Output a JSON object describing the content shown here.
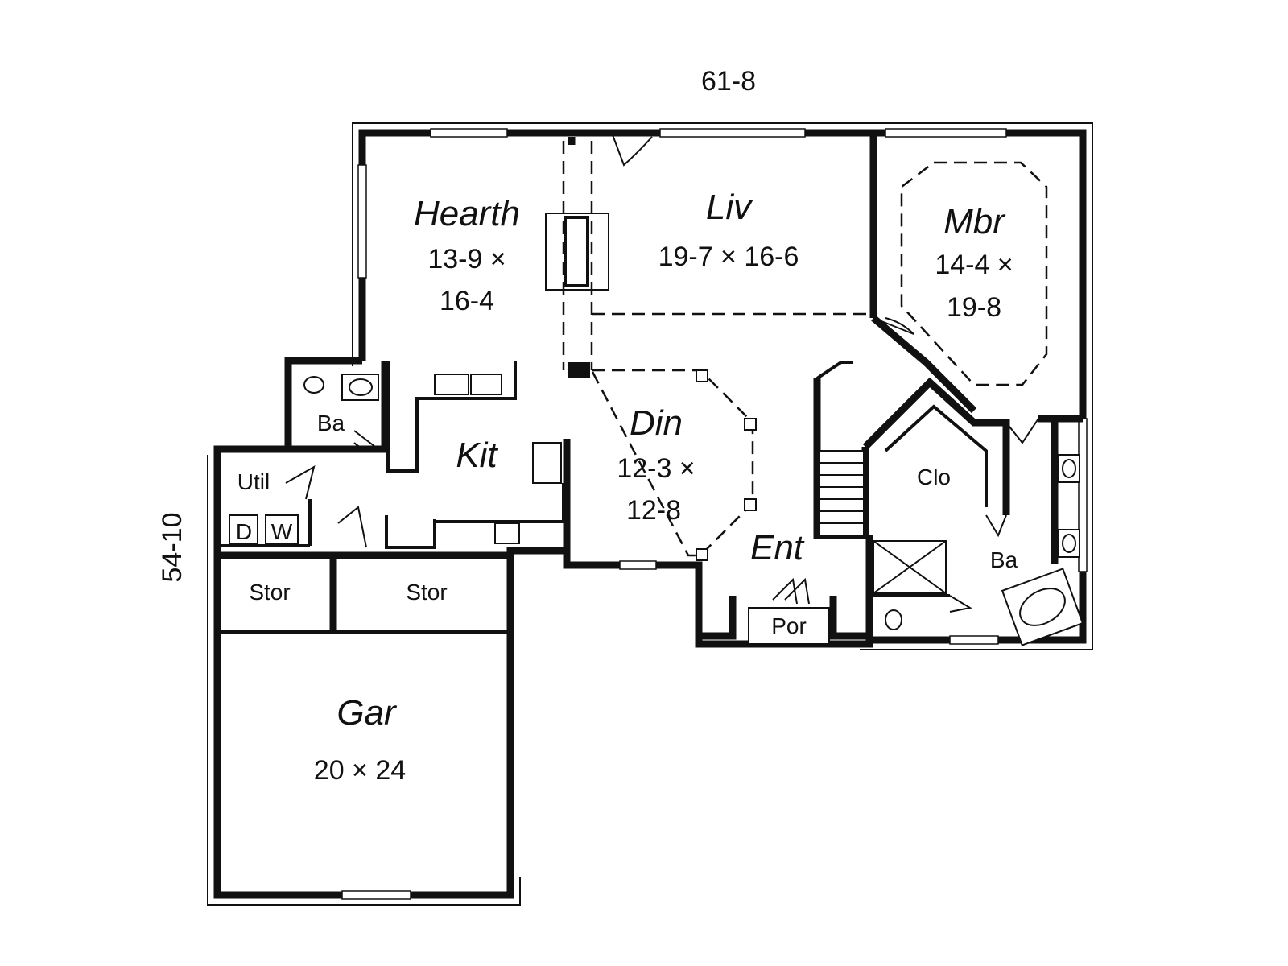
{
  "overall": {
    "width": "61-8",
    "depth": "54-10"
  },
  "rooms": {
    "hearth": {
      "name": "Hearth",
      "dim1": "13-9 ×",
      "dim2": "16-4"
    },
    "liv": {
      "name": "Liv",
      "dim": "19-7 × 16-6"
    },
    "mbr": {
      "name": "Mbr",
      "dim1": "14-4 ×",
      "dim2": "19-8"
    },
    "kit": {
      "name": "Kit"
    },
    "din": {
      "name": "Din",
      "dim1": "12-3 ×",
      "dim2": "12-8"
    },
    "ent": {
      "name": "Ent"
    },
    "clo": {
      "name": "Clo"
    },
    "ba_hall": {
      "name": "Ba"
    },
    "ba_master": {
      "name": "Ba"
    },
    "util": {
      "name": "Util"
    },
    "dryer": {
      "name": "D"
    },
    "washer": {
      "name": "W"
    },
    "stor1": {
      "name": "Stor"
    },
    "stor2": {
      "name": "Stor"
    },
    "por": {
      "name": "Por"
    },
    "gar": {
      "name": "Gar",
      "dim": "20 × 24"
    }
  }
}
